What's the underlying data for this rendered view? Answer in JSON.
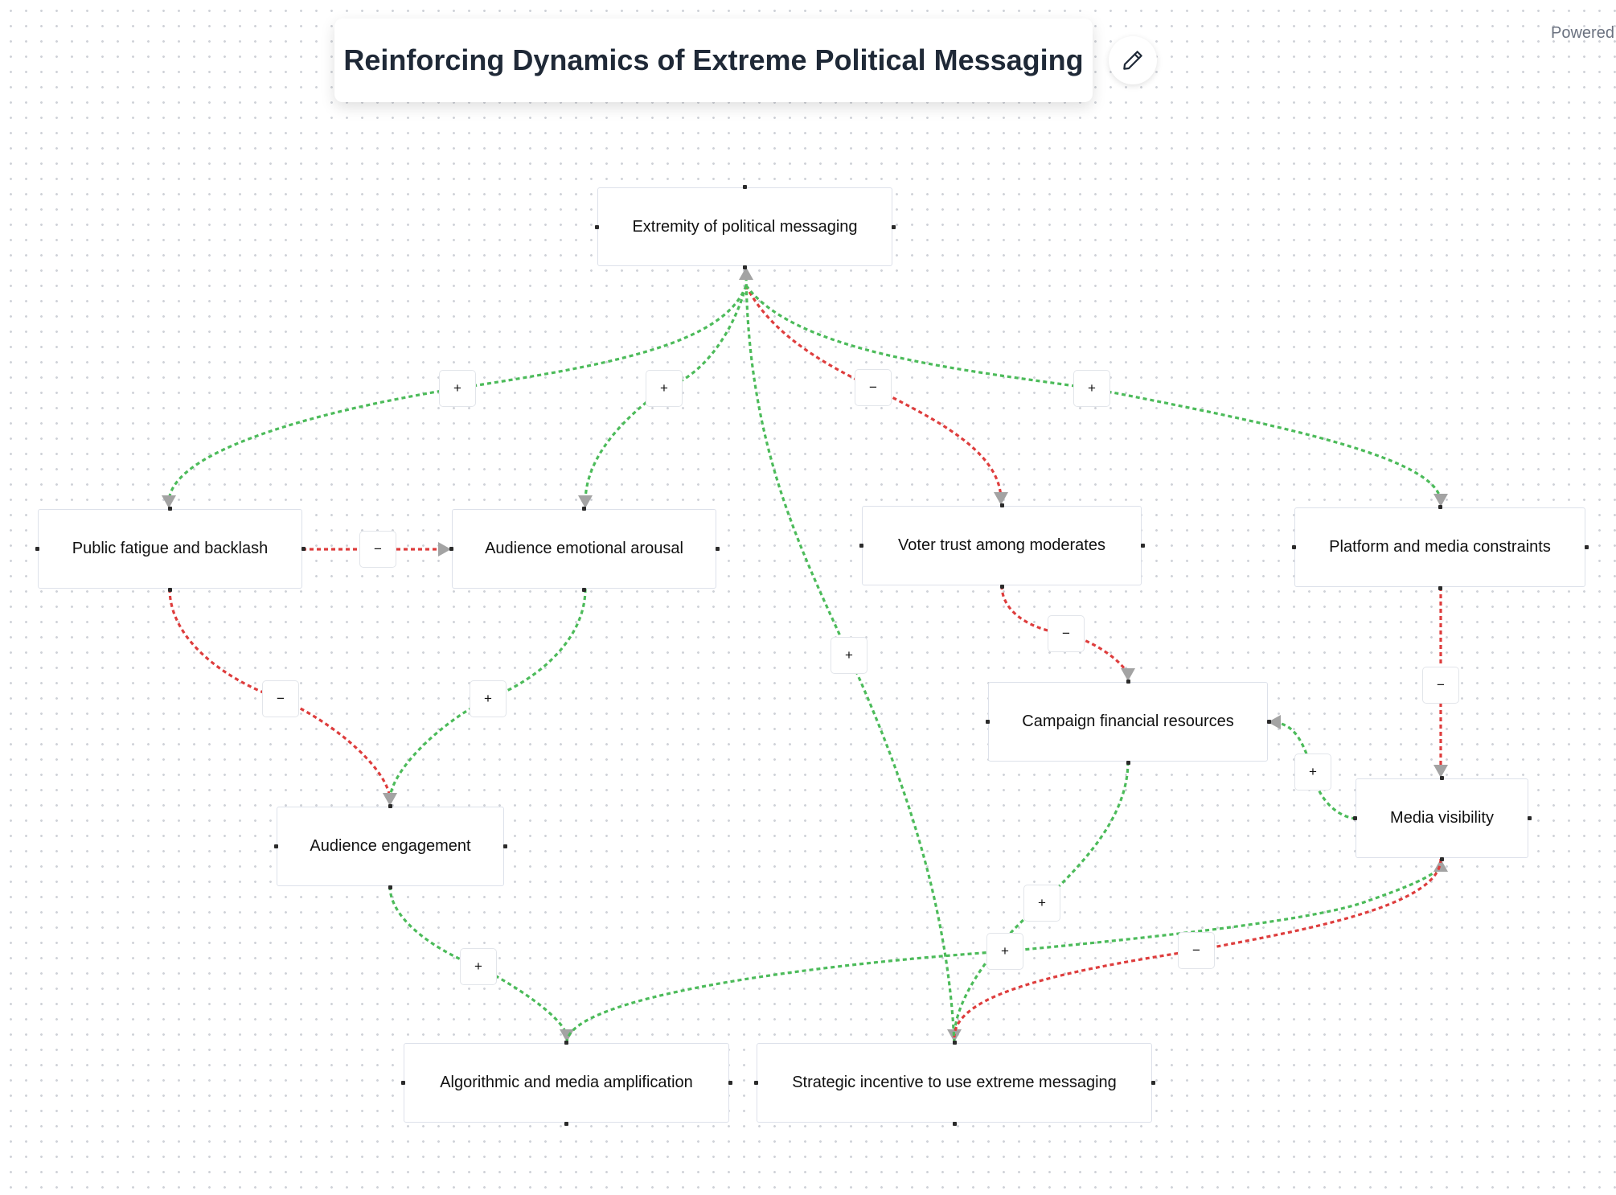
{
  "title": "Reinforcing Dynamics of Extreme Political Messaging",
  "powered_by": "Powered",
  "colors": {
    "positive_edge": "#4cbb5a",
    "negative_edge": "#de3d3d",
    "arrowhead": "#a3a3a3"
  },
  "icons": {
    "edit": "pencil-icon"
  },
  "nodes": [
    {
      "id": "extremity",
      "label": "Extremity of political messaging"
    },
    {
      "id": "fatigue",
      "label": "Public fatigue and backlash"
    },
    {
      "id": "arousal",
      "label": "Audience emotional arousal"
    },
    {
      "id": "trust",
      "label": "Voter trust among moderates"
    },
    {
      "id": "constraints",
      "label": "Platform and media constraints"
    },
    {
      "id": "financial",
      "label": "Campaign financial resources"
    },
    {
      "id": "visibility",
      "label": "Media visibility"
    },
    {
      "id": "engagement",
      "label": "Audience engagement"
    },
    {
      "id": "amplification",
      "label": "Algorithmic and media amplification"
    },
    {
      "id": "incentive",
      "label": "Strategic incentive to use extreme messaging"
    }
  ],
  "edges": [
    {
      "from": "extremity",
      "to": "fatigue",
      "polarity": "+"
    },
    {
      "from": "extremity",
      "to": "arousal",
      "polarity": "+"
    },
    {
      "from": "extremity",
      "to": "trust",
      "polarity": "−"
    },
    {
      "from": "extremity",
      "to": "constraints",
      "polarity": "+"
    },
    {
      "from": "fatigue",
      "to": "arousal",
      "polarity": "−"
    },
    {
      "from": "fatigue",
      "to": "engagement",
      "polarity": "−"
    },
    {
      "from": "arousal",
      "to": "engagement",
      "polarity": "+"
    },
    {
      "from": "trust",
      "to": "financial",
      "polarity": "−"
    },
    {
      "from": "constraints",
      "to": "visibility",
      "polarity": "−"
    },
    {
      "from": "visibility",
      "to": "financial",
      "polarity": "+"
    },
    {
      "from": "engagement",
      "to": "amplification",
      "polarity": "+"
    },
    {
      "from": "financial",
      "to": "incentive",
      "polarity": "+"
    },
    {
      "from": "amplification",
      "to": "visibility",
      "polarity": "+"
    },
    {
      "from": "visibility",
      "to": "incentive",
      "polarity": "−"
    },
    {
      "from": "incentive",
      "to": "extremity",
      "polarity": "+"
    }
  ]
}
